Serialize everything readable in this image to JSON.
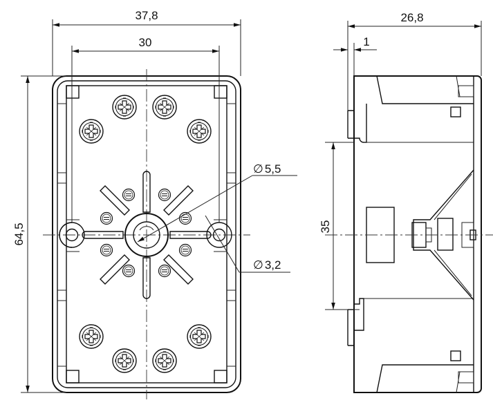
{
  "dimensions": {
    "front_width": "37,8",
    "front_hole_spacing": "30",
    "front_height": "64,5",
    "center_hole_diameter": "5,5",
    "mount_hole_diameter": "3,2",
    "side_depth": "26,8",
    "side_flange": "1",
    "rail_height": "35"
  },
  "symbols": {
    "diameter": "∅"
  }
}
